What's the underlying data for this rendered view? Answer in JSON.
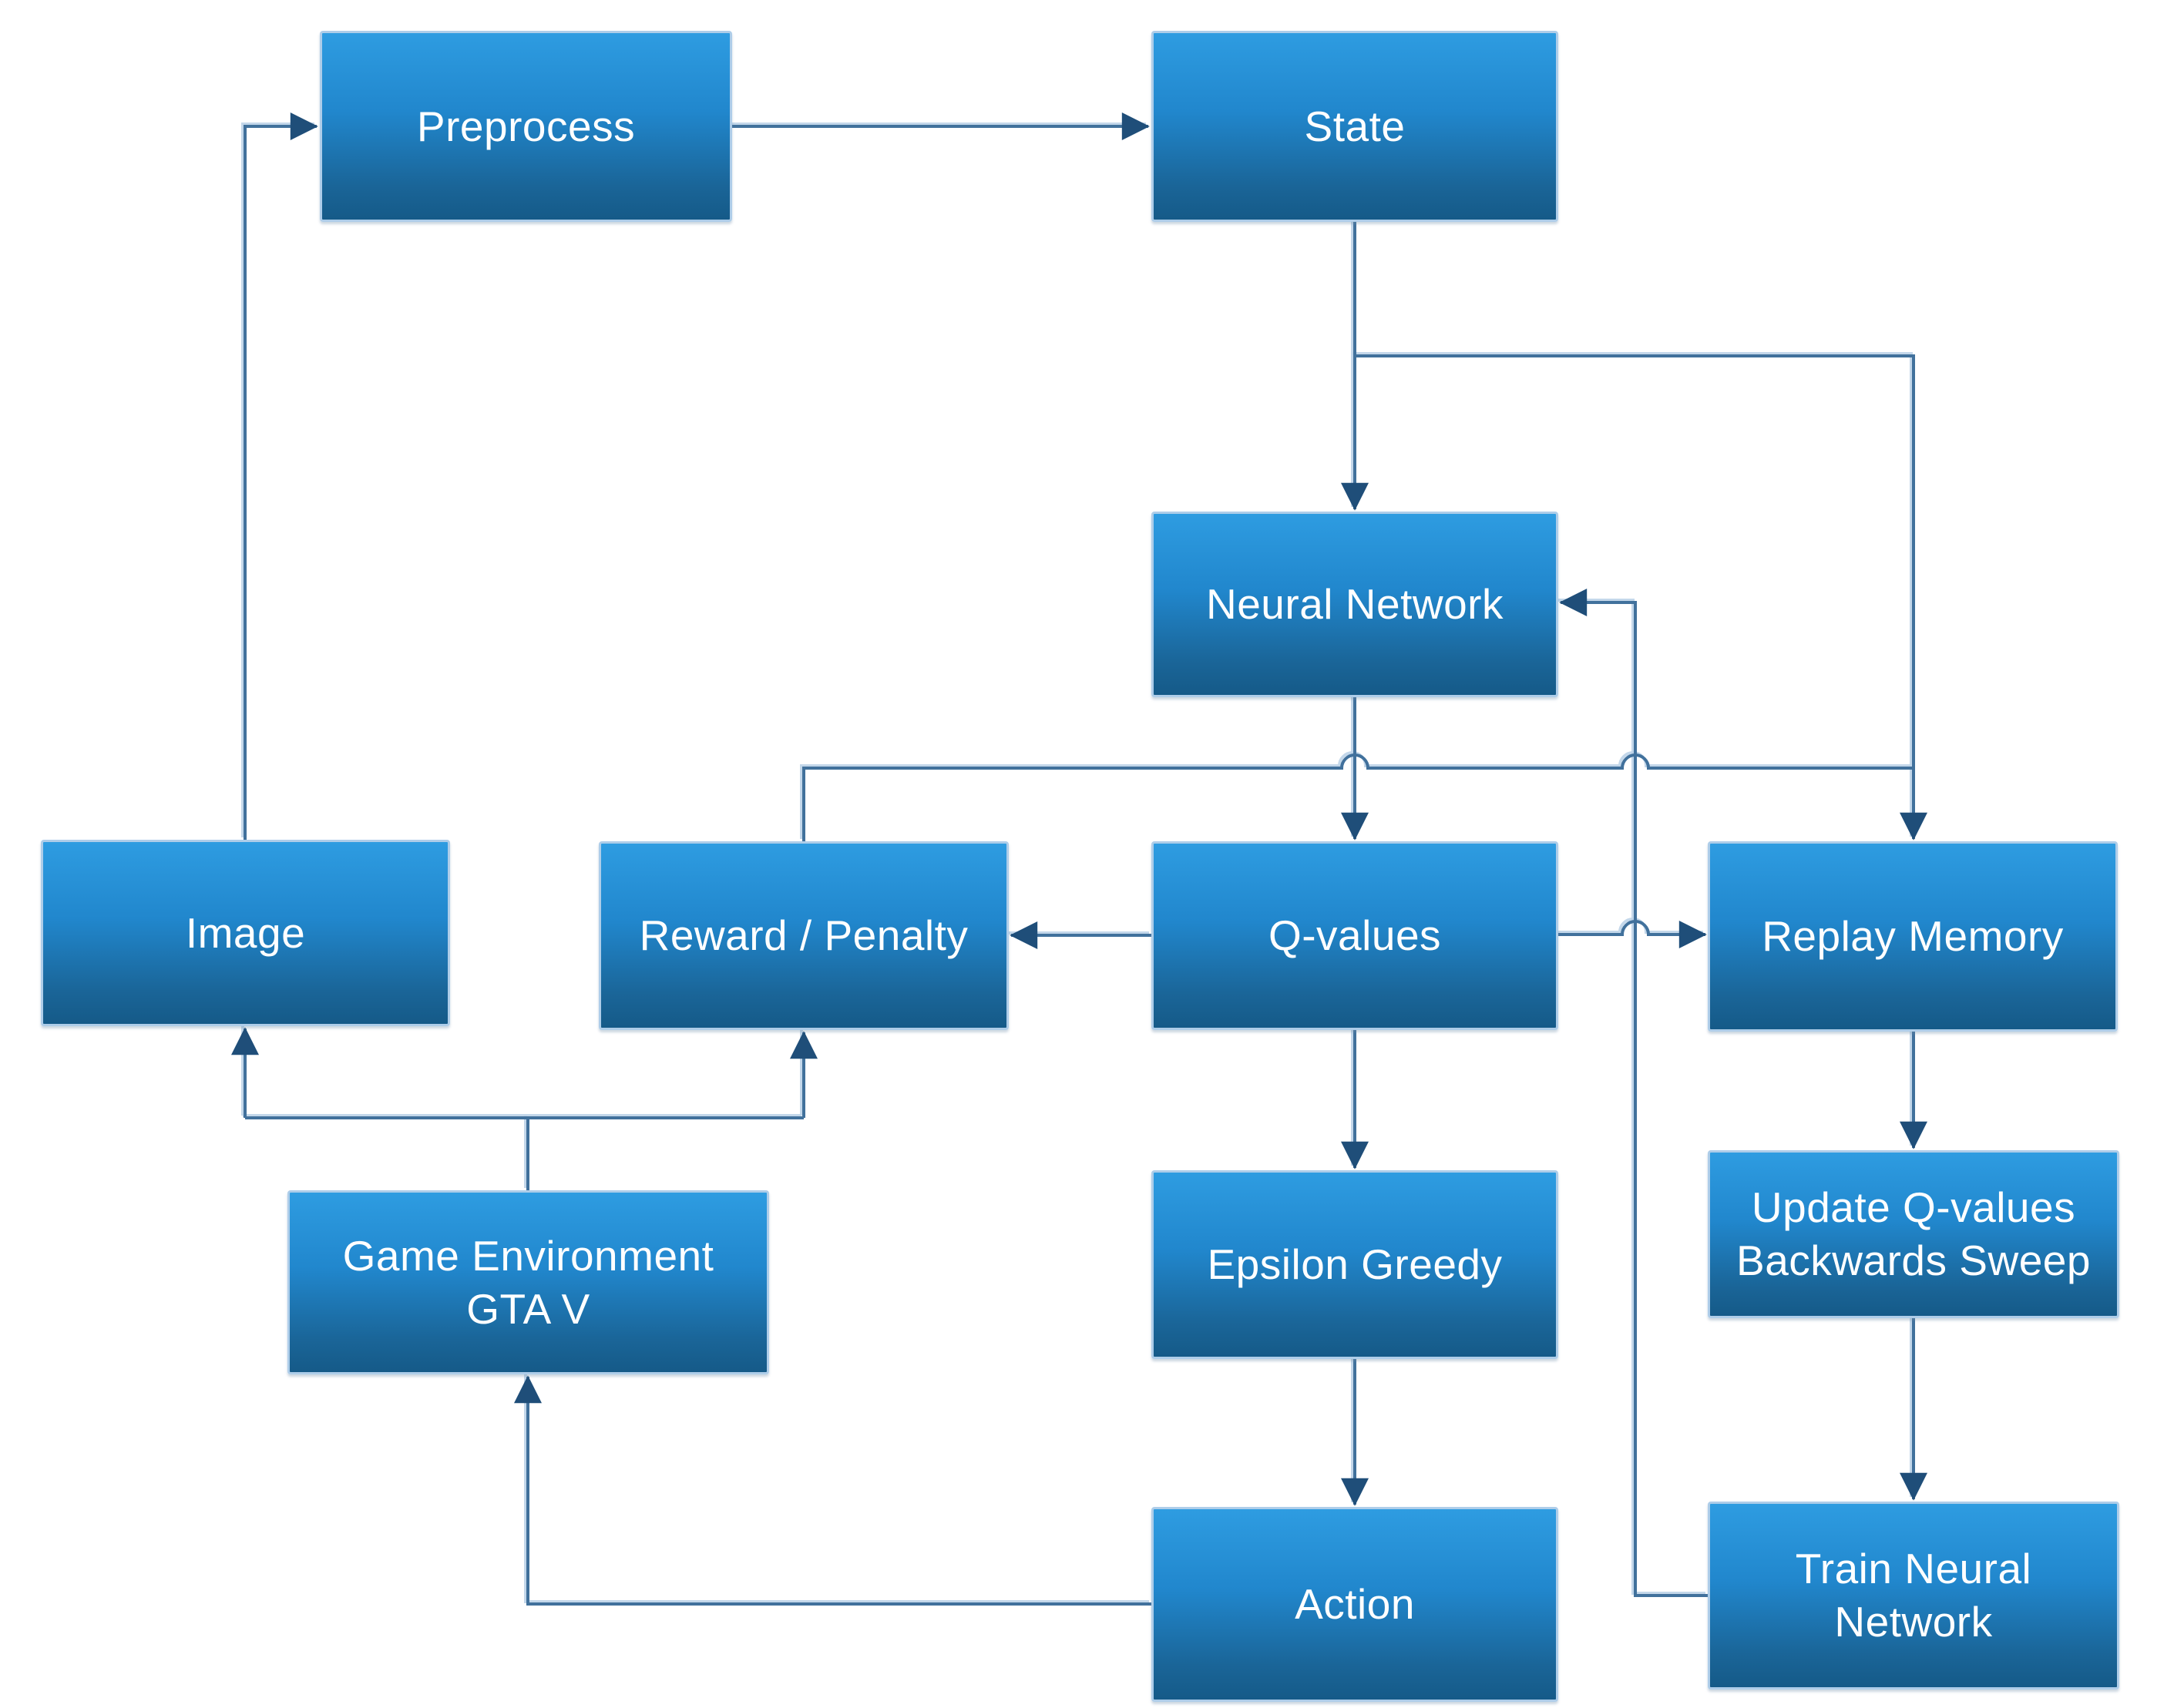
{
  "diagram": {
    "title": "Deep Q-Network game loop flowchart",
    "background_color": "#FFFFFF",
    "colors": {
      "box_gradient_top": "#2E9CE1",
      "box_gradient_bottom": "#155A88",
      "box_border": "#AECDE9",
      "connector_line": "#41719C",
      "connector_highlight": "#BDD3E8",
      "arrowhead": "#1F4E79",
      "label_text": "#FFFFFF"
    },
    "nodes": {
      "preprocess": {
        "label": "Preprocess"
      },
      "state": {
        "label": "State"
      },
      "neural_network": {
        "label": "Neural Network"
      },
      "image": {
        "label": "Image"
      },
      "reward_penalty": {
        "label": "Reward / Penalty"
      },
      "q_values": {
        "label": "Q-values"
      },
      "replay_memory": {
        "label": "Replay Memory"
      },
      "game_environment": {
        "label": "Game Environment",
        "label2": "GTA V"
      },
      "epsilon_greedy": {
        "label": "Epsilon Greedy"
      },
      "update_q_values": {
        "label": "Update Q-values",
        "label2": "Backwards Sweep"
      },
      "action": {
        "label": "Action"
      },
      "train_neural_network": {
        "label": "Train Neural",
        "label2": "Network"
      }
    },
    "edges": [
      {
        "from": "image",
        "to": "preprocess"
      },
      {
        "from": "preprocess",
        "to": "state"
      },
      {
        "from": "state",
        "to": "neural_network"
      },
      {
        "from": "state",
        "to": "replay_memory"
      },
      {
        "from": "neural_network",
        "to": "q_values"
      },
      {
        "from": "reward_penalty",
        "to": "replay_memory"
      },
      {
        "from": "q_values",
        "to": "reward_penalty"
      },
      {
        "from": "q_values",
        "to": "replay_memory"
      },
      {
        "from": "q_values",
        "to": "epsilon_greedy"
      },
      {
        "from": "epsilon_greedy",
        "to": "action"
      },
      {
        "from": "replay_memory",
        "to": "update_q_values"
      },
      {
        "from": "update_q_values",
        "to": "train_neural_network"
      },
      {
        "from": "train_neural_network",
        "to": "neural_network"
      },
      {
        "from": "action",
        "to": "game_environment"
      },
      {
        "from": "game_environment",
        "to": "image"
      },
      {
        "from": "game_environment",
        "to": "reward_penalty"
      }
    ]
  }
}
